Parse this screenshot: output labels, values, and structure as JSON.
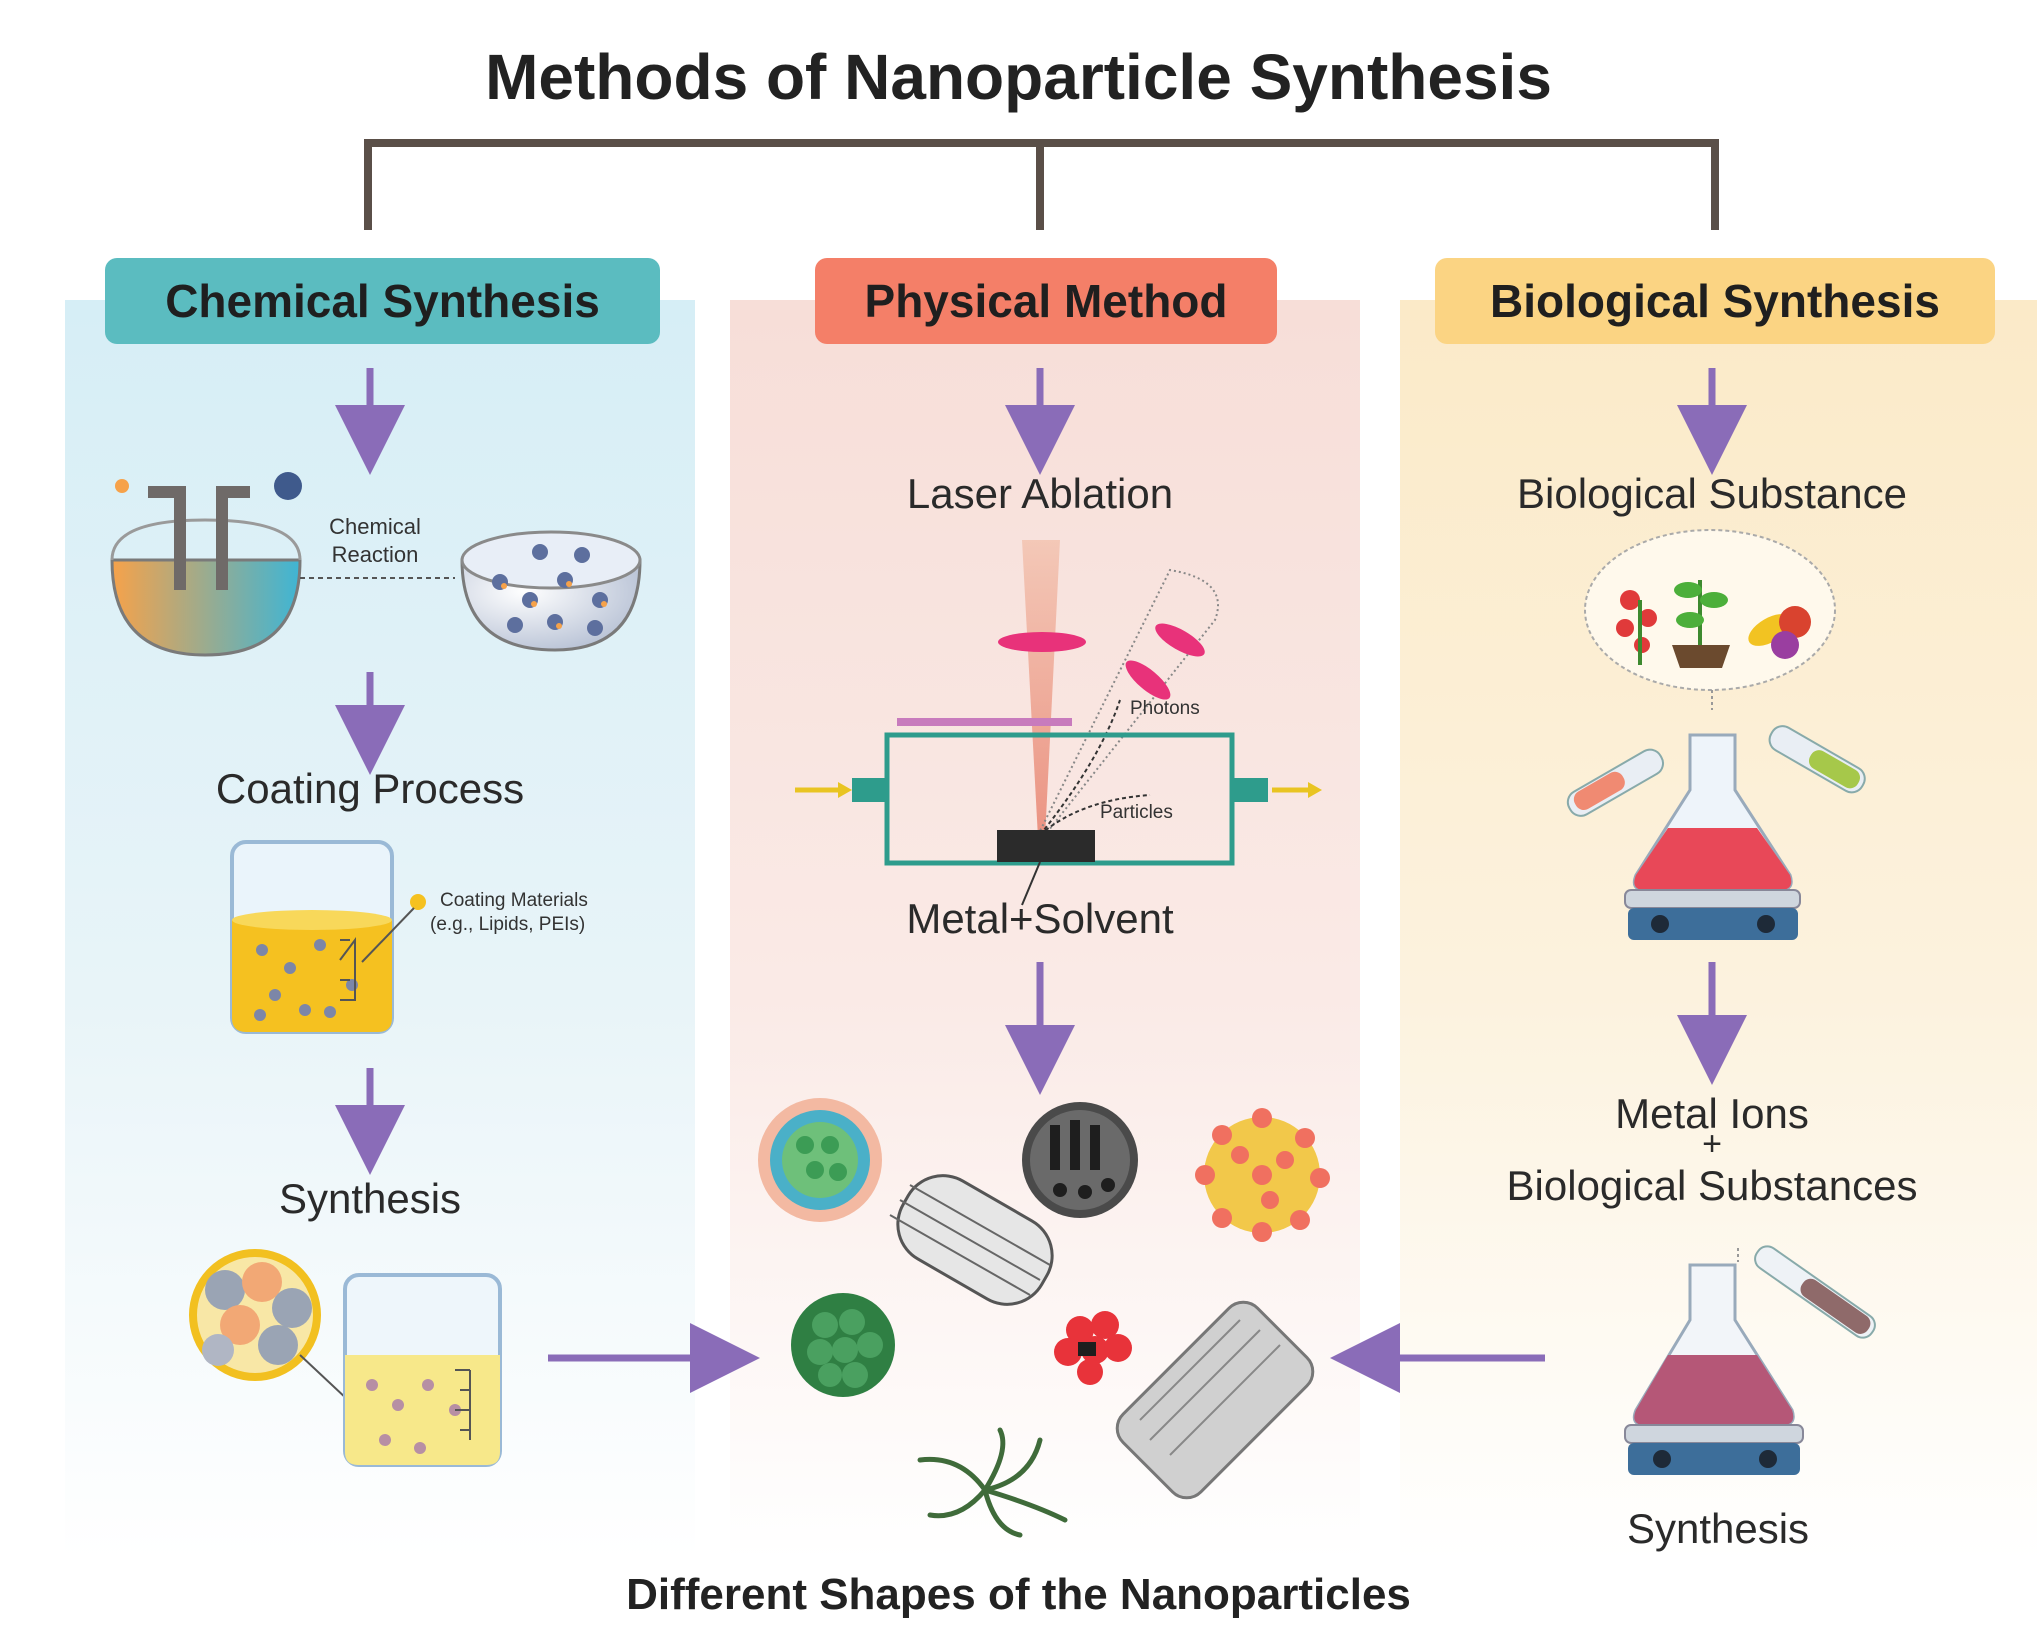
{
  "title": "Methods of Nanoparticle Synthesis",
  "columns": {
    "chemical": {
      "header": "Chemical Synthesis",
      "reaction_label": "Chemical\nReaction",
      "step2": "Coating Process",
      "coating_note_line1": "Coating Materials",
      "coating_note_line2": "(e.g., Lipids, PEIs)",
      "step3": "Synthesis"
    },
    "physical": {
      "header": "Physical Method",
      "step1": "Laser Ablation",
      "photons_label": "Photons",
      "particles_label": "Particles",
      "step2": "Metal+Solvent"
    },
    "biological": {
      "header": "Biological Synthesis",
      "step1": "Biological Substance",
      "step2_line1": "Metal Ions",
      "step2_plus": "+",
      "step2_line2": "Biological Substances",
      "step3": "Synthesis"
    }
  },
  "footer": "Different Shapes of the Nanoparticles",
  "colors": {
    "chemical": "#5bbcc0",
    "physical": "#f47f68",
    "biological": "#fbd483",
    "arrow": "#8a6cb8",
    "bracket": "#5a4f48"
  }
}
